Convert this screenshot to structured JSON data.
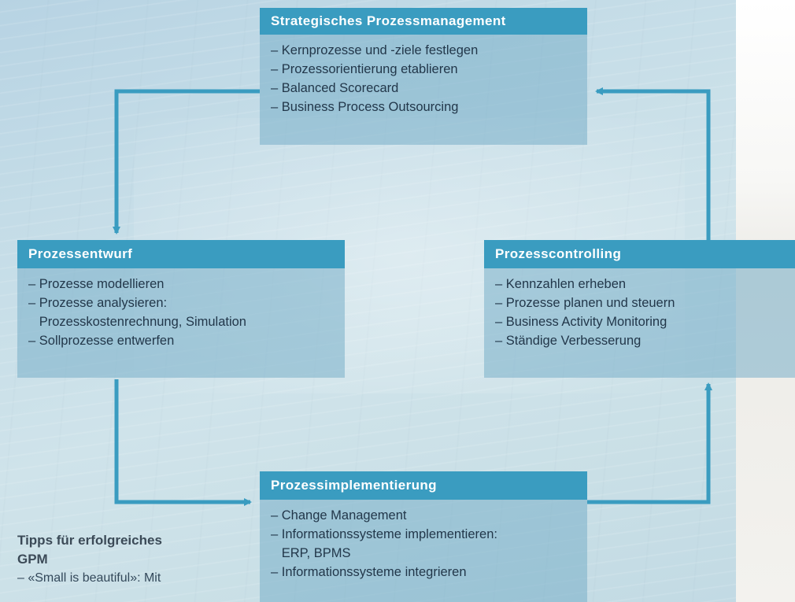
{
  "colors": {
    "accent": "#3a9cc0",
    "panel": "#c6dde8",
    "text": "#22374a"
  },
  "strategic": {
    "title": "Strategisches Prozessmanagement",
    "items": [
      "– Kernprozesse und -ziele festlegen",
      "– Prozessorientierung etablieren",
      "– Balanced Scorecard",
      "– Business Process Outsourcing"
    ]
  },
  "design": {
    "title": "Prozessentwurf",
    "items": [
      "– Prozesse modellieren",
      "– Prozesse analysieren:",
      "   Prozesskostenrechnung, Simulation",
      "– Sollprozesse entwerfen"
    ]
  },
  "controlling": {
    "title": "Prozesscontrolling",
    "items": [
      "– Kennzahlen erheben",
      "– Prozesse planen und steuern",
      "– Business Activity Monitoring",
      "– Ständige Verbesserung"
    ]
  },
  "implementation": {
    "title": "Prozessimplementierung",
    "items": [
      "– Change Management",
      "– Informationssysteme implementieren:",
      "   ERP, BPMS",
      "– Informationssysteme integrieren"
    ]
  },
  "tips": {
    "title_line1": "Tipps für erfolgreiches",
    "title_line2": "GPM",
    "line1": "– «Small is beautiful»: Mit"
  }
}
